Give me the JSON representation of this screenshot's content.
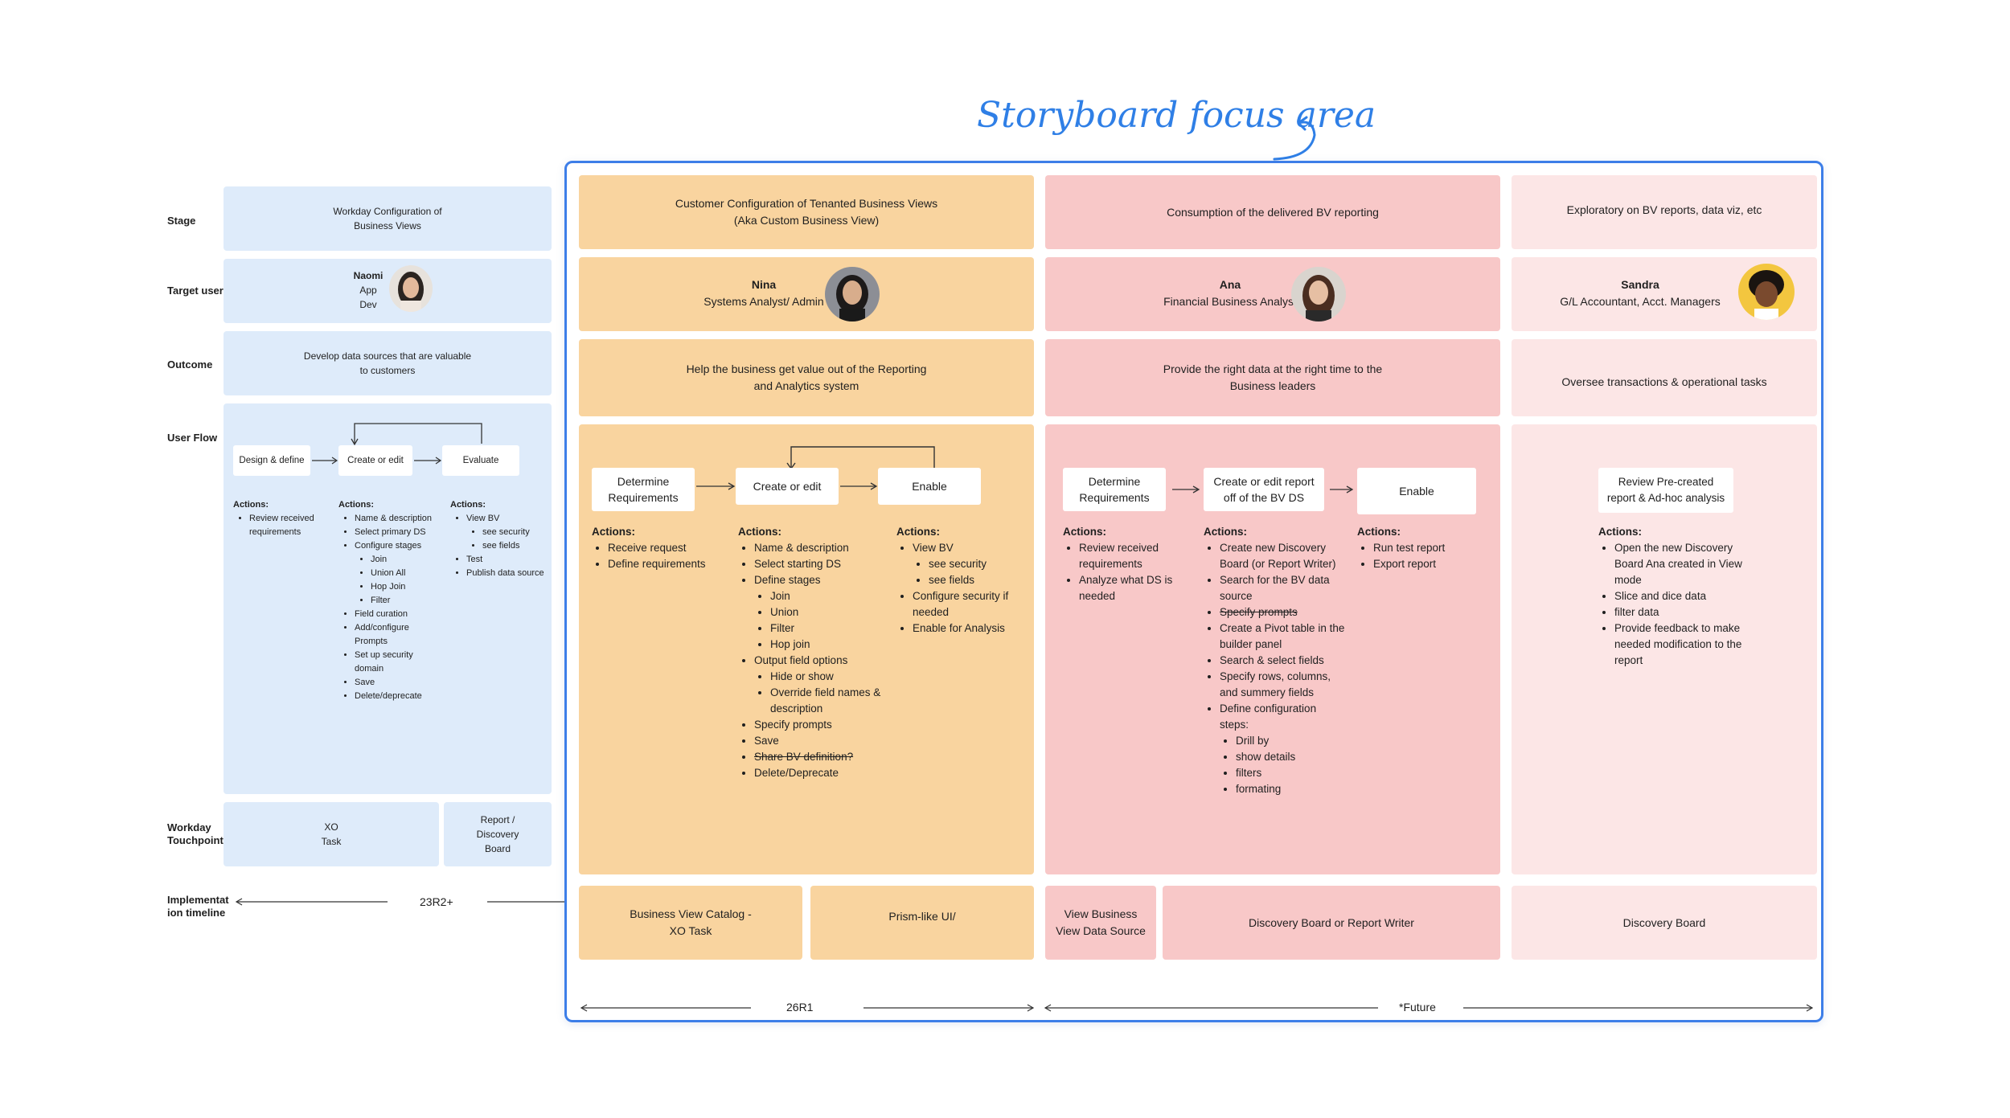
{
  "focus_title": "Storyboard focus area",
  "row_labels": {
    "stage": "Stage",
    "target_user": "Target user",
    "outcome": "Outcome",
    "user_flow": "User Flow",
    "touchpoints_1": "Workday",
    "touchpoints_2": "Touchpoints",
    "timeline_1": "Implementat",
    "timeline_2": "ion timeline"
  },
  "col0": {
    "stage_1": "Workday Configuration of",
    "stage_2": "Business Views",
    "user_name": "Naomi",
    "user_role_1": "App",
    "user_role_2": "Dev",
    "outcome_1": "Develop data sources that are valuable",
    "outcome_2": "to customers",
    "flow": [
      "Design & define",
      "Create or edit",
      "Evaluate"
    ],
    "actions_label": "Actions:",
    "a1": [
      "Review received requirements"
    ],
    "a2_top": [
      "Name & description",
      "Select primary DS",
      "Configure stages"
    ],
    "a2_sub": [
      "Join",
      "Union All",
      "Hop Join",
      "Filter"
    ],
    "a2_bottom": [
      "Field curation",
      "Add/configure Prompts",
      "Set up security domain",
      "Save",
      "Delete/deprecate"
    ],
    "a3_top": [
      "View BV"
    ],
    "a3_sub": [
      "see security",
      "see fields"
    ],
    "a3_bottom": [
      "Test",
      "Publish data source"
    ],
    "touch_1": [
      "XO",
      "Task"
    ],
    "touch_2": [
      "Report /",
      "Discovery",
      "Board"
    ],
    "timeline": "23R2+"
  },
  "col1": {
    "stage_1": "Customer Configuration of Tenanted Business Views",
    "stage_2": "(Aka Custom Business View)",
    "user_name": "Nina",
    "user_role": "Systems Analyst/ Admin",
    "outcome_1": "Help the business get value out of the Reporting",
    "outcome_2": "and Analytics system",
    "flow": [
      "Determine Requirements",
      "Create or edit",
      "Enable"
    ],
    "actions_label": "Actions:",
    "a1": [
      "Receive request",
      "Define requirements"
    ],
    "a2_1": [
      "Name & description",
      "Select starting DS",
      "Define stages"
    ],
    "a2_sub1": [
      "Join",
      "Union",
      "Filter",
      "Hop join"
    ],
    "a2_2": [
      "Output field options"
    ],
    "a2_sub2": [
      "Hide or show",
      "Override field names & description"
    ],
    "a2_3": [
      "Specify prompts",
      "Save"
    ],
    "a2_strike": "Share BV definition?",
    "a2_4": [
      "Delete/Deprecate"
    ],
    "a3_top": [
      "View BV"
    ],
    "a3_sub": [
      "see security",
      "see fields"
    ],
    "a3_bottom": [
      "Configure security if needed",
      "Enable for Analysis"
    ],
    "touch_1": [
      "Business View Catalog -",
      "XO Task"
    ],
    "touch_2": "Prism-like UI/",
    "timeline": "26R1"
  },
  "col2": {
    "stage": "Consumption of the delivered BV reporting",
    "user_name": "Ana",
    "user_role": "Financial Business Analyst",
    "outcome_1": "Provide the right data at the right time to the",
    "outcome_2": "Business leaders",
    "flow": [
      "Determine Requirements",
      "Create or edit report off of the BV DS",
      "Enable"
    ],
    "actions_label": "Actions:",
    "a1": [
      "Review received requirements",
      "Analyze what DS is needed"
    ],
    "a2_1": [
      "Create new Discovery Board (or Report Writer)",
      "Search for the  BV data source"
    ],
    "a2_strike": "Specify prompts",
    "a2_2": [
      "Create a Pivot table in the builder panel",
      "Search & select fields",
      "Specify rows, columns, and summery fields",
      "Define configuration steps:"
    ],
    "a2_sub": [
      "Drill by",
      "show details",
      "filters",
      "formating"
    ],
    "a3": [
      "Run test report",
      "Export report"
    ],
    "touch_1": [
      "View Business",
      "View Data Source"
    ],
    "touch_2": "Discovery Board or Report Writer",
    "timeline": "*Future"
  },
  "col3": {
    "stage": "Exploratory on BV reports, data viz, etc",
    "user_name": "Sandra",
    "user_role": "G/L Accountant, Acct. Managers",
    "outcome": "Oversee transactions & operational tasks",
    "flow": [
      "Review Pre-created",
      "report & Ad-hoc analysis"
    ],
    "actions_label": "Actions:",
    "a": [
      "Open the new Discovery Board Ana created in View mode",
      "Slice and dice data",
      "filter data",
      " Provide feedback to make needed modification to the report"
    ],
    "touch": "Discovery Board"
  },
  "colors": {
    "blue": "#deebfa",
    "orange": "#f9d49f",
    "pink": "#f8c8c8",
    "light_pink": "#fce6e6",
    "accent": "#3d7ee8"
  }
}
